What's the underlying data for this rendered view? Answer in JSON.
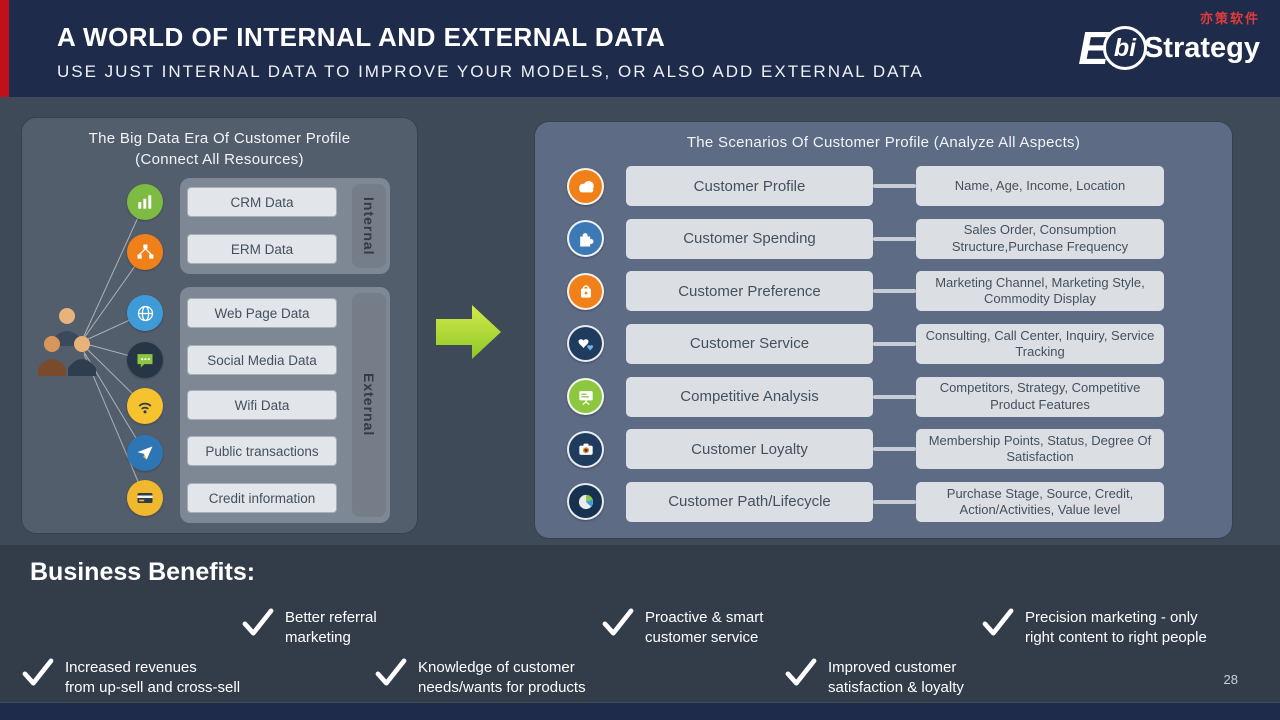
{
  "header": {
    "title": "A WORLD OF INTERNAL AND EXTERNAL DATA",
    "subtitle": "USE JUST INTERNAL DATA TO IMPROVE YOUR MODELS, OR ALSO ADD EXTERNAL DATA",
    "logo": {
      "chinese": "亦策软件",
      "e": "E",
      "bi": "bi",
      "strategy": "Strategy"
    }
  },
  "left_panel": {
    "title_line1": "The Big Data Era Of Customer Profile",
    "title_line2": "(Connect All Resources)",
    "internal": {
      "label": "Internal",
      "items": [
        "CRM Data",
        "ERM Data"
      ]
    },
    "external": {
      "label": "External",
      "items": [
        "Web Page Data",
        "Social Media Data",
        "Wifi  Data",
        "Public transactions",
        "Credit information"
      ]
    },
    "icons": [
      "bar-chart-icon",
      "org-network-icon",
      "globe-icon",
      "chat-icon",
      "wifi-icon",
      "transactions-icon",
      "credit-card-icon"
    ],
    "people_icon": "customer-group-icon"
  },
  "arrow": {
    "icon": "flow-arrow-icon",
    "color_top": "#d3ea4c",
    "color_bottom": "#8fc727"
  },
  "right_panel": {
    "title": "The Scenarios Of Customer Profile  (Analyze All Aspects)",
    "rows": [
      {
        "icon": "cloud-icon",
        "icon_color": "#f08019",
        "label": "Customer Profile",
        "detail": "Name, Age, Income, Location"
      },
      {
        "icon": "puzzle-icon",
        "icon_color": "#3d7ab5",
        "label": "Customer Spending",
        "detail": "Sales Order, Consumption Structure,Purchase Frequency"
      },
      {
        "icon": "shopping-bag-icon",
        "icon_color": "#f08019",
        "label": "Customer  Preference",
        "detail": "Marketing Channel, Marketing Style, Commodity Display"
      },
      {
        "icon": "hearts-icon",
        "icon_color": "#1f3b5e",
        "label": "Customer Service",
        "detail": "Consulting, Call Center, Inquiry, Service Tracking"
      },
      {
        "icon": "presentation-icon",
        "icon_color": "#8dc63f",
        "label": "Competitive Analysis",
        "detail": "Competitors, Strategy, Competitive Product Features"
      },
      {
        "icon": "camera-icon",
        "icon_color": "#1f3b5e",
        "label": "Customer Loyalty",
        "detail": "Membership Points, Status, Degree Of Satisfaction"
      },
      {
        "icon": "pie-chart-icon",
        "icon_color": "#16324f",
        "label": "Customer Path/Lifecycle",
        "detail": "Purchase Stage, Source, Credit, Action/Activities, Value level"
      }
    ]
  },
  "benefits": {
    "title": "Business Benefits:",
    "items": [
      {
        "line1": "Better referral",
        "line2": "marketing"
      },
      {
        "line1": "Proactive & smart",
        "line2": "customer service"
      },
      {
        "line1": "Precision marketing - only",
        "line2": "right content to right people"
      },
      {
        "line1": "Increased revenues",
        "line2": "from up-sell and cross-sell"
      },
      {
        "line1": "Knowledge of customer",
        "line2": "needs/wants for products"
      },
      {
        "line1": "Improved customer",
        "line2": "satisfaction & loyalty"
      }
    ]
  },
  "page_number": "28",
  "colors": {
    "header_bg": "#1f2b4a",
    "accent_red": "#c0111b",
    "main_bg": "#3e4a58",
    "benefits_bg": "#333d4a",
    "left_panel_bg": "#535e6c",
    "right_panel_bg": "#5d6b85",
    "box_bg": "#dbdfe4",
    "group_bg": "#7e8894",
    "arrow_green": "#9bcd2f",
    "logo_red": "#e23b3b"
  }
}
